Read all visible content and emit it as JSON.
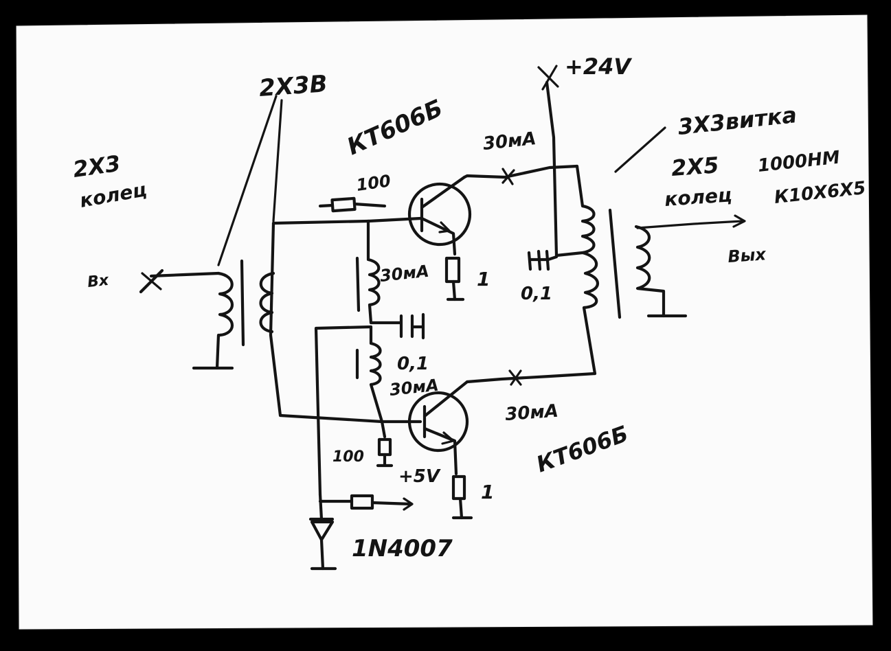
{
  "labels": {
    "input_winding": "2X3B",
    "input_core": "2X3",
    "input_core_sub": "колец",
    "input_terminal": "Вх",
    "transistor_top": "КТ606Б",
    "transistor_bottom": "КТ606Б",
    "supply": "+24V",
    "current_top": "30мА",
    "current_bottom": "30мА",
    "choke_top": "30мА",
    "choke_bottom": "30мА",
    "r_base_top": "100",
    "r_base_bottom": "100",
    "r_emitter_top": "1",
    "r_emitter_bottom": "1",
    "cap_middle": "0,1",
    "cap_right": "0,1",
    "bias": "+5V",
    "diode": "1N4007",
    "output_winding": "3X3витка",
    "output_core": "2X5",
    "output_core_sub": "колец",
    "core_spec_1": "1000НМ",
    "core_spec_2": "К10Х6Х5",
    "output_terminal": "Вых"
  },
  "colors": {
    "ink": "#141414",
    "paper": "#fbfbfb",
    "border": "#000000"
  }
}
